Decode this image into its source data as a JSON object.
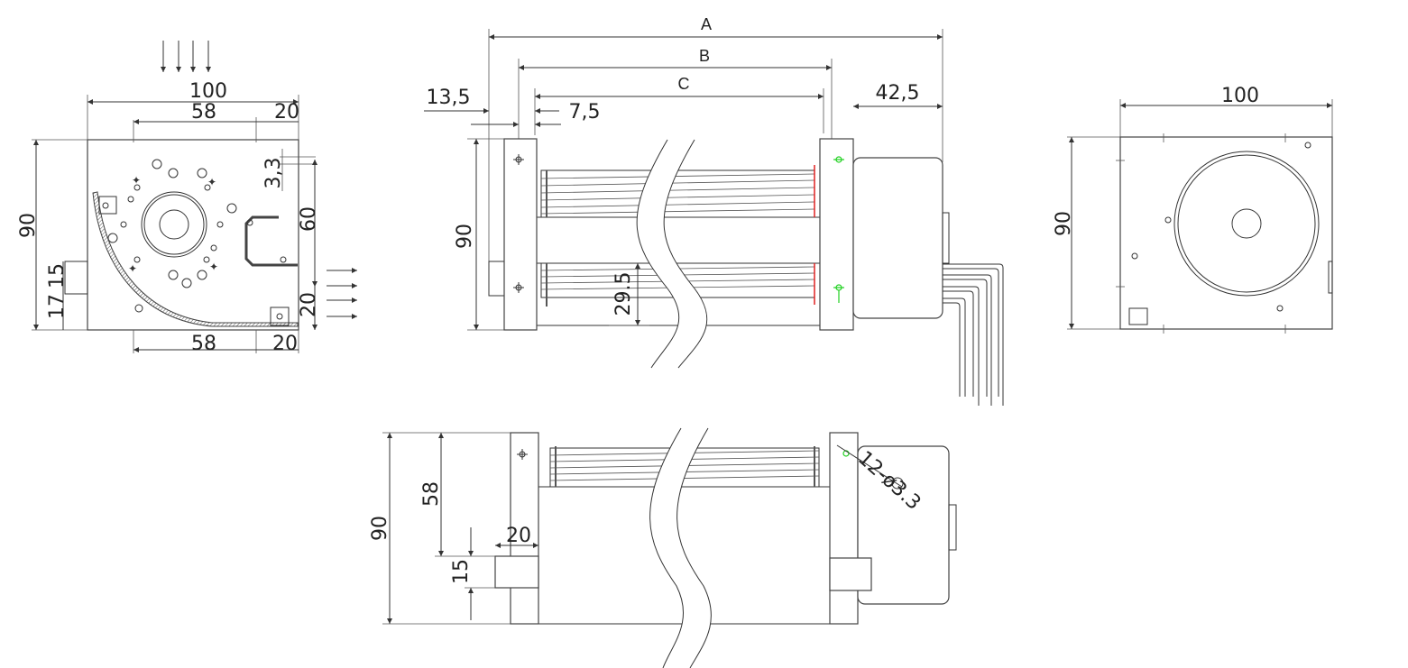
{
  "views": {
    "side": {
      "width_label": "100",
      "top_offset_label": "58",
      "top_outlet_label": "20",
      "height_label": "90",
      "inlet_label_a": "17",
      "inlet_label_b": "15",
      "hole_label": "3,3",
      "outlet_height_label": "60",
      "outlet_bottom_label": "20",
      "bottom_offset_label": "58",
      "bottom_outlet_label": "20"
    },
    "front": {
      "A_label": "A",
      "B_label": "B",
      "C_label": "C",
      "left_offset_label": "13,5",
      "inner_offset_label": "7,5",
      "motor_label": "42,5",
      "height_label": "90",
      "rotor_label": "29.5"
    },
    "end": {
      "width_label": "100",
      "height_label": "90"
    },
    "top": {
      "height_label": "90",
      "offset_label": "58",
      "connector_width_label": "20",
      "connector_height_label": "15",
      "holes_label": "12-ø3.3"
    }
  },
  "colors": {
    "line": "#333333",
    "marker_red": "#e02020",
    "marker_green": "#20d020"
  }
}
